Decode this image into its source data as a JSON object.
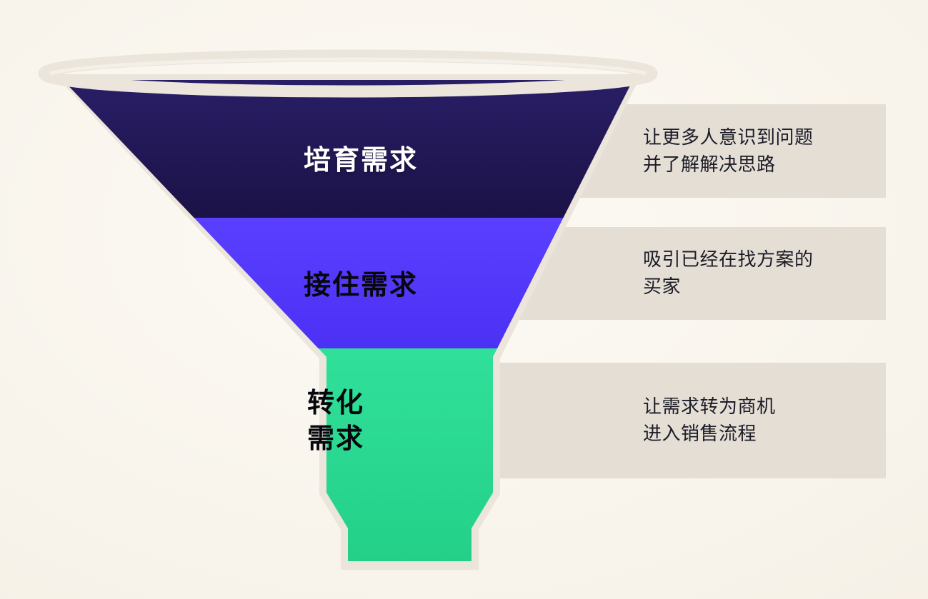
{
  "diagram": {
    "type": "funnel",
    "title": "",
    "background_color": "#FAF6EE",
    "stages": [
      {
        "label": "培育需求",
        "color": "#241A5C",
        "label_color": "#FFFFFF",
        "description": "让更多人意识到问题\n并了解解决思路"
      },
      {
        "label": "接住需求",
        "color": "#5338FA",
        "label_color": "#07070E",
        "description": "吸引已经在找方案的\n买家"
      },
      {
        "label": "转化\n需求",
        "color": "#2ADB92",
        "label_color": "#07070E",
        "description": "让需求转为商机\n进入销售流程"
      }
    ],
    "callout_bar_color": "#E4DED5",
    "funnel_outline_color": "#EAE4DA"
  }
}
